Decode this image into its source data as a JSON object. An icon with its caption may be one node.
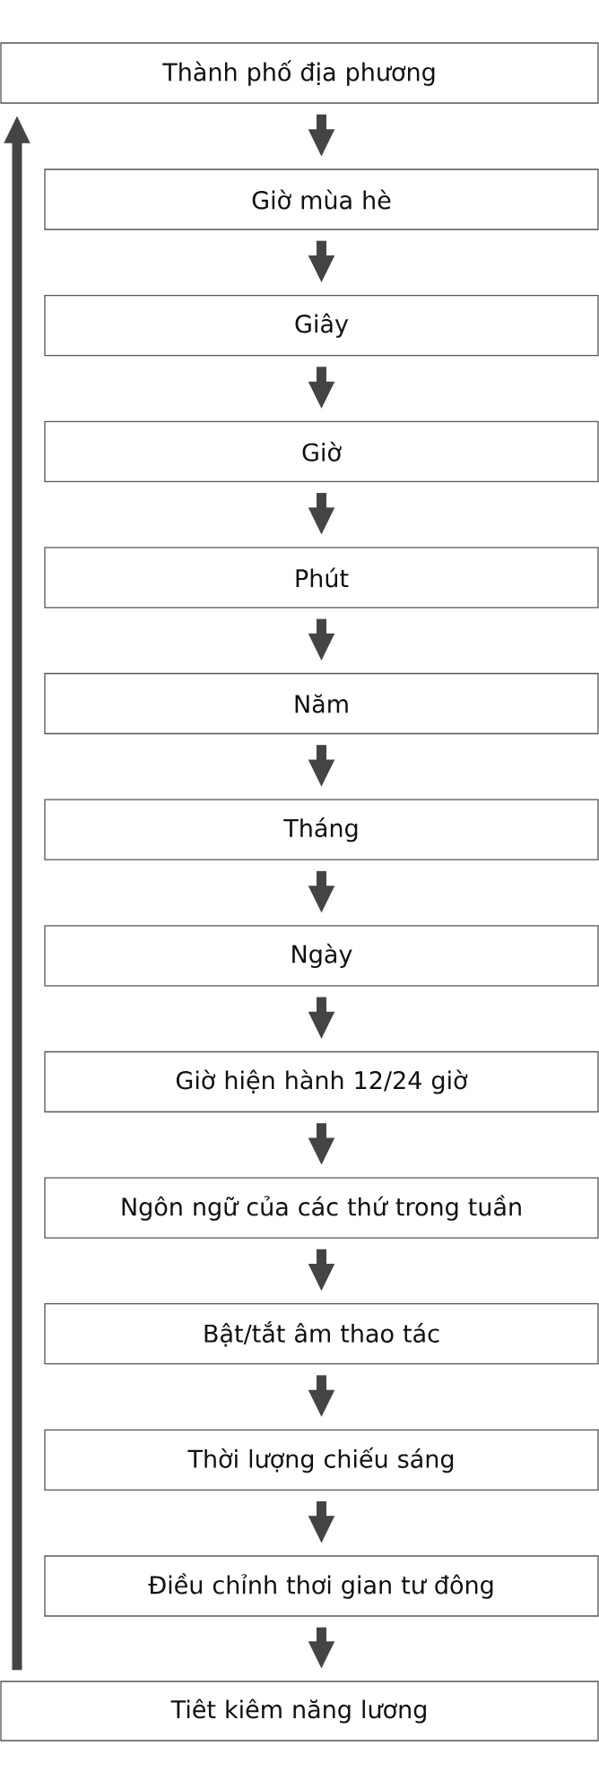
{
  "diagram": {
    "nodes": [
      {
        "text": [
          "Thành phố địa phương"
        ]
      },
      {
        "text": [
          "Giờ mùa hè"
        ]
      },
      {
        "text": [
          "Giây"
        ]
      },
      {
        "text": [
          "Giờ"
        ]
      },
      {
        "text": [
          "Phút"
        ]
      },
      {
        "text": [
          "Năm"
        ]
      },
      {
        "text": [
          "Tháng"
        ]
      },
      {
        "text": [
          "Ngày"
        ]
      },
      {
        "text": [
          "Giờ hiện hành 12/24 giờ"
        ]
      },
      {
        "text": [
          "Ngôn ngữ của các thứ trong tuần"
        ]
      },
      {
        "text": [
          "Bật/tắt âm thao tác"
        ]
      },
      {
        "text": [
          "Thời lượng chiếu sáng"
        ]
      },
      {
        "text": [
          "Điều chỉnh thơi gian tư đông"
        ]
      },
      {
        "text": [
          "Tiêt kiêm năng lương"
        ]
      }
    ],
    "edges": [
      {
        "from": 0,
        "to": 1,
        "arrow": "to"
      },
      {
        "from": 1,
        "to": 2,
        "arrow": "to"
      },
      {
        "from": 2,
        "to": 3,
        "arrow": "to"
      },
      {
        "from": 3,
        "to": 4,
        "arrow": "to"
      },
      {
        "from": 4,
        "to": 5,
        "arrow": "to"
      },
      {
        "from": 5,
        "to": 6,
        "arrow": "to"
      },
      {
        "from": 6,
        "to": 7,
        "arrow": "to"
      },
      {
        "from": 7,
        "to": 8,
        "arrow": "to"
      },
      {
        "from": 8,
        "to": 9,
        "arrow": "to"
      },
      {
        "from": 9,
        "to": 10,
        "arrow": "to"
      },
      {
        "from": 10,
        "to": 11,
        "arrow": "to"
      },
      {
        "from": 11,
        "to": 12,
        "arrow": "to"
      },
      {
        "from": 12,
        "to": 13,
        "arrow": "to"
      },
      {
        "from": 13,
        "to": 0,
        "arrow": "to"
      }
    ]
  }
}
